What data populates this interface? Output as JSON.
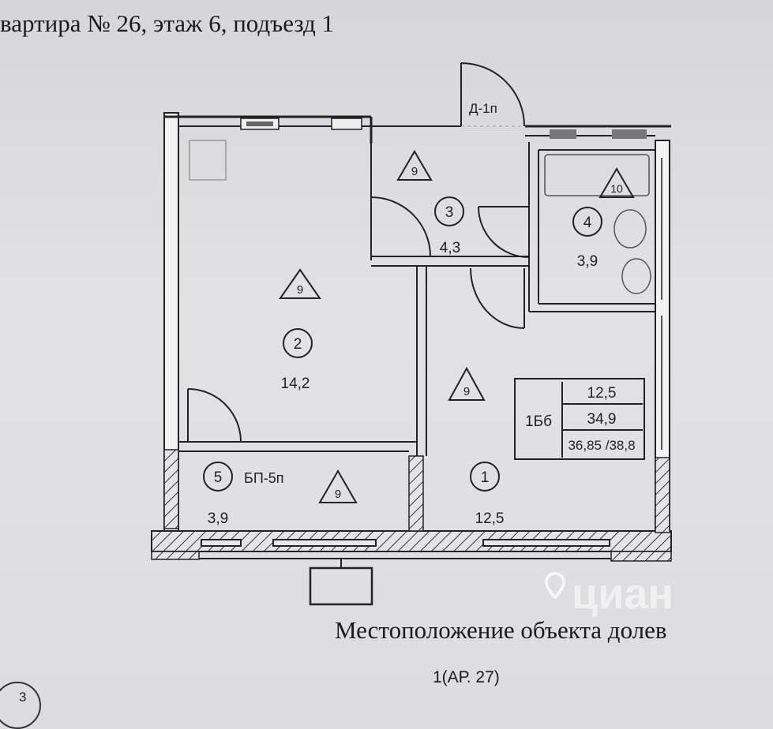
{
  "header": {
    "title": "вартира  № 26, этаж 6,  подъезд 1"
  },
  "door_label": "Д-1п",
  "balcony_label": "БП-5п",
  "rooms": [
    {
      "number": "1",
      "area": "12,5",
      "marker": "9"
    },
    {
      "number": "2",
      "area": "14,2",
      "marker": "9"
    },
    {
      "number": "3",
      "area": "4,3",
      "marker": "9"
    },
    {
      "number": "4",
      "area": "3,9",
      "marker": "10"
    },
    {
      "number": "5",
      "area": "3,9",
      "marker": "9"
    }
  ],
  "info_table": {
    "type": "1Бб",
    "living_area": "12,5",
    "total_area": "34,9",
    "areas_with_balcony": "36,85 /38,8"
  },
  "caption": "Местоположение объекта долев",
  "sheet_ref": "1(АР. 27)",
  "page_number": "3",
  "watermark": "циан"
}
